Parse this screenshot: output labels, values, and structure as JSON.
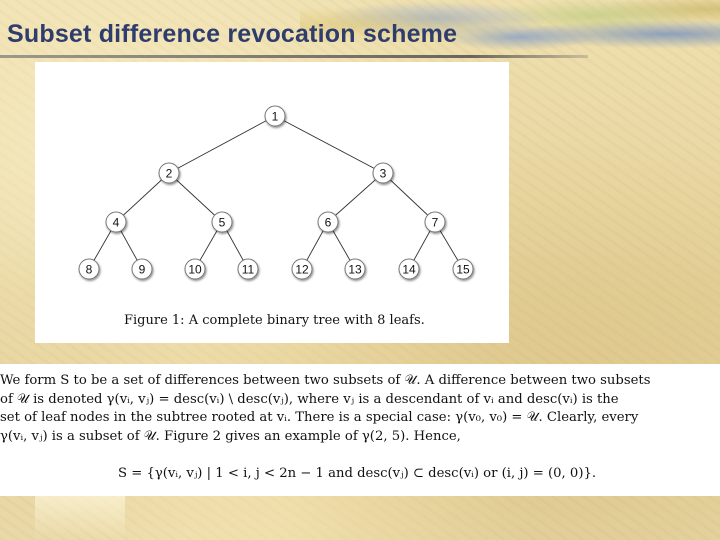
{
  "slide": {
    "title": "Subset difference revocation scheme"
  },
  "figure": {
    "nodes": [
      "1",
      "2",
      "3",
      "4",
      "5",
      "6",
      "7",
      "8",
      "9",
      "10",
      "11",
      "12",
      "13",
      "14",
      "15"
    ],
    "caption": "Figure 1:  A complete binary tree with 8 leafs."
  },
  "body": {
    "lines": [
      "We form S to be a set of differences between two subsets of 𝒰.  A difference between two subsets",
      "of 𝒰 is denoted γ(vᵢ, vⱼ) = desc(vᵢ) \\ desc(vⱼ), where vⱼ is a descendant of vᵢ and desc(vᵢ) is the",
      "set of leaf nodes in the subtree rooted at vᵢ.  There is a special case:  γ(v₀, v₀) = 𝒰.  Clearly, every",
      "γ(vᵢ, vⱼ) is a subset of 𝒰.  Figure 2 gives an example of γ(2, 5).  Hence,"
    ],
    "formula": "S = {γ(vᵢ, vⱼ) | 1 < i, j < 2n − 1 and desc(vⱼ) ⊂ desc(vᵢ) or (i, j) = (0, 0)}."
  }
}
